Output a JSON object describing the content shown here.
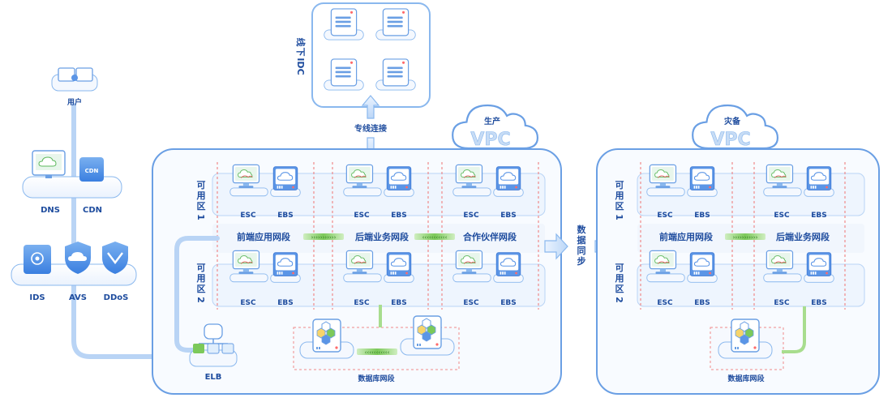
{
  "left": {
    "user_label": "用户",
    "dns_label": "DNS",
    "cdn_label": "CDN",
    "cdn_badge": "CDN",
    "ids_label": "IDS",
    "avs_label": "AVS",
    "ddos_label": "DDoS"
  },
  "idc": {
    "title_chars": [
      "线",
      "下",
      "IDC"
    ],
    "link_label": "专线连接"
  },
  "prod": {
    "vpc_prefix": "生产",
    "vpc_label": "VPC",
    "zone1_chars": [
      "可",
      "用",
      "区",
      "1"
    ],
    "zone2_chars": [
      "可",
      "用",
      "区",
      "2"
    ],
    "segments": [
      "前端应用网段",
      "后端业务网段",
      "合作伙伴网段"
    ],
    "esc_label": "ESC",
    "ebs_label": "EBS",
    "db_segment_label": "数据库网段",
    "elb_label": "ELB"
  },
  "sync": {
    "chars": [
      "数",
      "据",
      "同",
      "步"
    ]
  },
  "dr": {
    "vpc_prefix": "灾备",
    "vpc_label": "VPC",
    "zone1_chars": [
      "可",
      "用",
      "区",
      "1"
    ],
    "zone2_chars": [
      "可",
      "用",
      "区",
      "2"
    ],
    "segments": [
      "前端应用网段",
      "后端业务网段"
    ],
    "esc_label": "ESC",
    "ebs_label": "EBS",
    "db_segment_label": "数据库网段"
  },
  "colors": {
    "line": "#8ab8ee",
    "text": "#1e4c9e",
    "accent": "#4a8fe6",
    "green": "#7cc95a",
    "red_dash": "#f08a8a"
  }
}
